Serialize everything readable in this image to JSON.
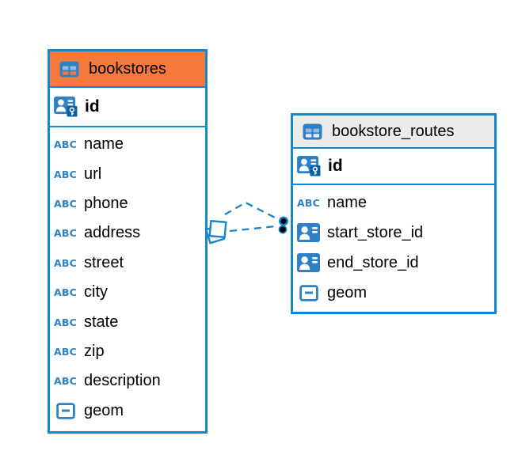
{
  "colors": {
    "accent_blue": "#1787CB",
    "icon_blue": "#2E81C5",
    "icon_light_blue": "#8FBDE6",
    "key_badge_blue": "#0B5FA4",
    "orange_header": "#F5793B",
    "gray_header": "#EBEBEB",
    "dot_black": "#000000",
    "text_black": "#000000",
    "background": "#FFFFFF"
  },
  "icons": {
    "table": "table-icon",
    "primary_key": "id-card-with-key-icon",
    "reference": "id-card-icon",
    "text_type_glyph": "ABC",
    "geometry_type": "box-with-dash-icon"
  },
  "tables": [
    {
      "title": "bookstores",
      "header_color": "#F5793B",
      "pk": {
        "name": "id",
        "type": "primary-key"
      },
      "columns": [
        {
          "name": "name",
          "type": "text"
        },
        {
          "name": "url",
          "type": "text"
        },
        {
          "name": "phone",
          "type": "text"
        },
        {
          "name": "address",
          "type": "text"
        },
        {
          "name": "street",
          "type": "text"
        },
        {
          "name": "city",
          "type": "text"
        },
        {
          "name": "state",
          "type": "text"
        },
        {
          "name": "zip",
          "type": "text"
        },
        {
          "name": "description",
          "type": "text"
        },
        {
          "name": "geom",
          "type": "geometry"
        }
      ]
    },
    {
      "title": "bookstore_routes",
      "header_color": "#EBEBEB",
      "pk": {
        "name": "id",
        "type": "primary-key"
      },
      "columns": [
        {
          "name": "name",
          "type": "text"
        },
        {
          "name": "start_store_id",
          "type": "reference"
        },
        {
          "name": "end_store_id",
          "type": "reference"
        },
        {
          "name": "geom",
          "type": "geometry"
        }
      ]
    }
  ],
  "relationships": [
    {
      "source_table": "bookstores",
      "target_table": "bookstore_routes",
      "target_column": "start_store_id",
      "style": "dashed"
    },
    {
      "source_table": "bookstores",
      "target_table": "bookstore_routes",
      "target_column": "end_store_id",
      "style": "dashed"
    }
  ]
}
